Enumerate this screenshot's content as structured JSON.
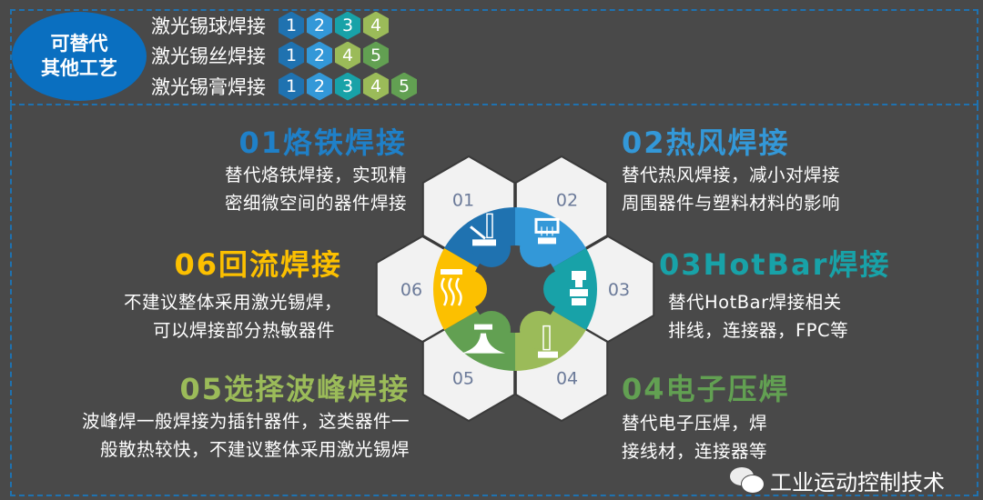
{
  "header": {
    "oval_lines": [
      "可替代",
      "其他工艺"
    ],
    "processes": [
      {
        "label": "激光锡球焊接",
        "badges": [
          "1",
          "2",
          "3",
          "4"
        ]
      },
      {
        "label": "激光锡丝焊接",
        "badges": [
          "1",
          "2",
          "4",
          "5"
        ]
      },
      {
        "label": "激光锡膏焊接",
        "badges": [
          "1",
          "2",
          "3",
          "4",
          "5"
        ]
      }
    ]
  },
  "colors": {
    "1": "#1f72b0",
    "2": "#3398d8",
    "3": "#18a2a8",
    "4": "#9bbb59",
    "5": "#62a052",
    "6": "#fcc000",
    "background": "#494949",
    "hex": "#f2f2f2",
    "hex_number": "#6b7a99",
    "border": "#1f72b0"
  },
  "hexes": [
    "01",
    "02",
    "03",
    "04",
    "05",
    "06"
  ],
  "items": [
    {
      "id": "01",
      "title": "01烙铁焊接",
      "color": "#1f80c8",
      "lines": [
        "替代烙铁焊接，实现精",
        "密细微空间的器件焊接"
      ],
      "icon": "soldering-iron-icon"
    },
    {
      "id": "02",
      "title": "02热风焊接",
      "color": "#3398d8",
      "lines": [
        "替代热风焊接，减小对焊接",
        "周围器件与塑料材料的影响"
      ],
      "icon": "hot-air-icon"
    },
    {
      "id": "03",
      "title": "03HotBar焊接",
      "color": "#18a2a8",
      "lines": [
        "替代HotBar焊接相关",
        "排线，连接器，FPC等"
      ],
      "icon": "hotbar-press-icon"
    },
    {
      "id": "04",
      "title": "04电子压焊",
      "color": "#62a052",
      "lines": [
        "替代电子压焊，焊",
        "接线材，连接器等"
      ],
      "icon": "electronic-press-weld-icon"
    },
    {
      "id": "05",
      "title": "05选择波峰焊接",
      "color": "#9bbb59",
      "lines": [
        "波峰焊一般焊接为插针器件，这类器件一",
        "般散热较快，不建议整体采用激光锡焊"
      ],
      "icon": "wave-solder-icon"
    },
    {
      "id": "06",
      "title": "06回流焊接",
      "color": "#fcc000",
      "lines": [
        "不建议整体采用激光锡焊，",
        "可以焊接部分热敏器件"
      ],
      "icon": "reflow-heat-icon"
    }
  ],
  "watermark": {
    "text": "工业运动控制技术",
    "icon": "wechat-icon"
  }
}
